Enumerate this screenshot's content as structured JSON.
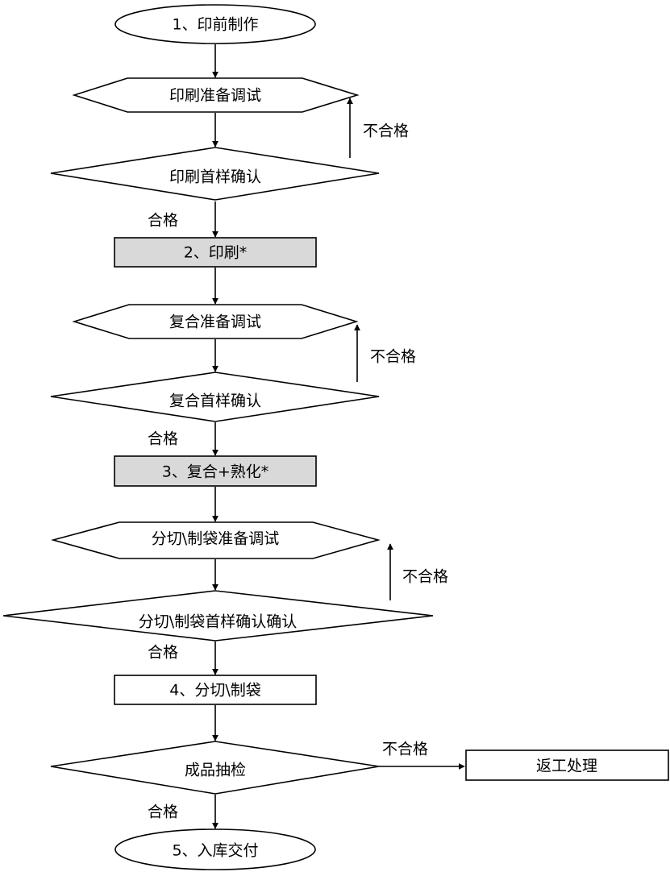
{
  "nodes": {
    "prepress": "1、印前制作",
    "print_setup": "印刷准备调试",
    "print_sample": "印刷首样确认",
    "printing": "2、印刷*",
    "laminate_setup": "复合准备调试",
    "laminate_sample": "复合首样确认",
    "laminating": "3、复合+熟化*",
    "bagmaking_setup": "分切\\制袋准备调试",
    "bagmaking_sample": "分切\\制袋首样确认确认",
    "bagmaking": "4、分切\\制袋",
    "inspection": "成品抽检",
    "rework": "返工处理",
    "warehouse": "5、入库交付"
  },
  "edge_labels": {
    "fail_1": "不合格",
    "pass_1": "合格",
    "fail_2": "不合格",
    "pass_2": "合格",
    "fail_3": "不合格",
    "pass_3": "合格",
    "fail_4": "不合格",
    "pass_4": "合格"
  }
}
